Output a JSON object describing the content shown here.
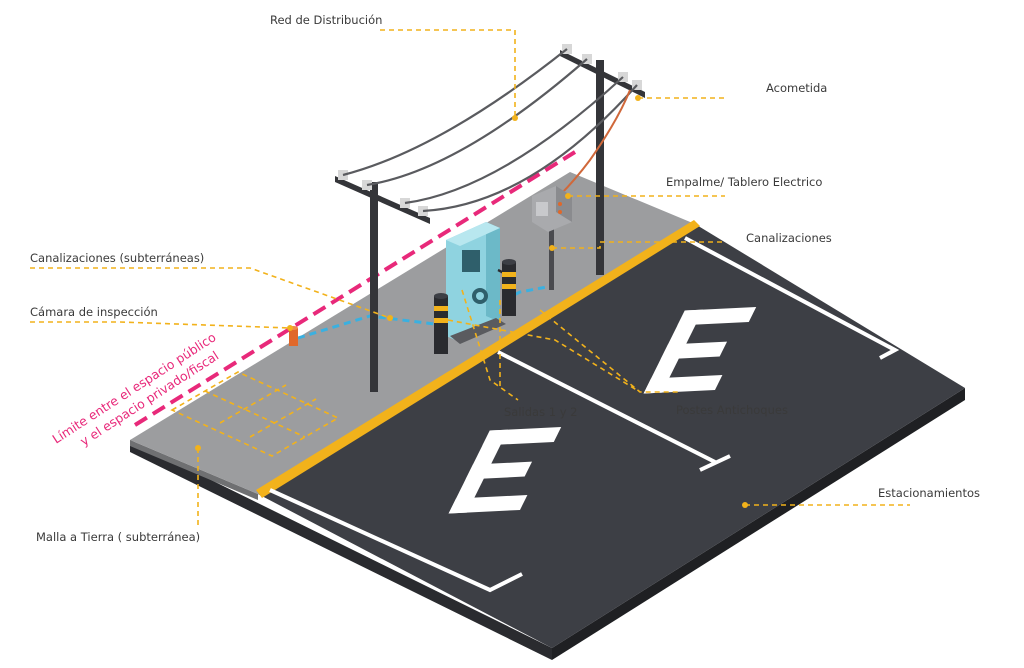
{
  "labels": {
    "red_distribucion": "Red de Distribución",
    "acometida": "Acometida",
    "empalme": "Empalme/ Tablero Electrico",
    "canalizaciones": "Canalizaciones",
    "canalizaciones_sub": "Canalizaciones (subterráneas)",
    "camara": "Cámara de inspección",
    "limite_line1": "Límite entre el espacio público",
    "limite_line2": "y el espacio privado/fiscal",
    "salidas": "Salidas 1 y 2",
    "postes": "Postes Antichoques",
    "estacionamientos": "Estacionamientos",
    "malla": "Malla a Tierra ( subterránea)"
  },
  "parking_letters": [
    "E",
    "E"
  ],
  "colors": {
    "leader": "#f2b21b",
    "curb": "#f2b21b",
    "boundary": "#e8297a",
    "asphalt": "#3d3f45",
    "sidewalk": "#9a9b9d",
    "charger": "#8fd3e0",
    "cable": "#3ab0e0",
    "text": "#3a3a3a"
  },
  "icons": [
    "utility-pole-icon",
    "ev-charger-icon",
    "bollard-icon",
    "electrical-panel-icon",
    "inspection-chamber-icon"
  ]
}
